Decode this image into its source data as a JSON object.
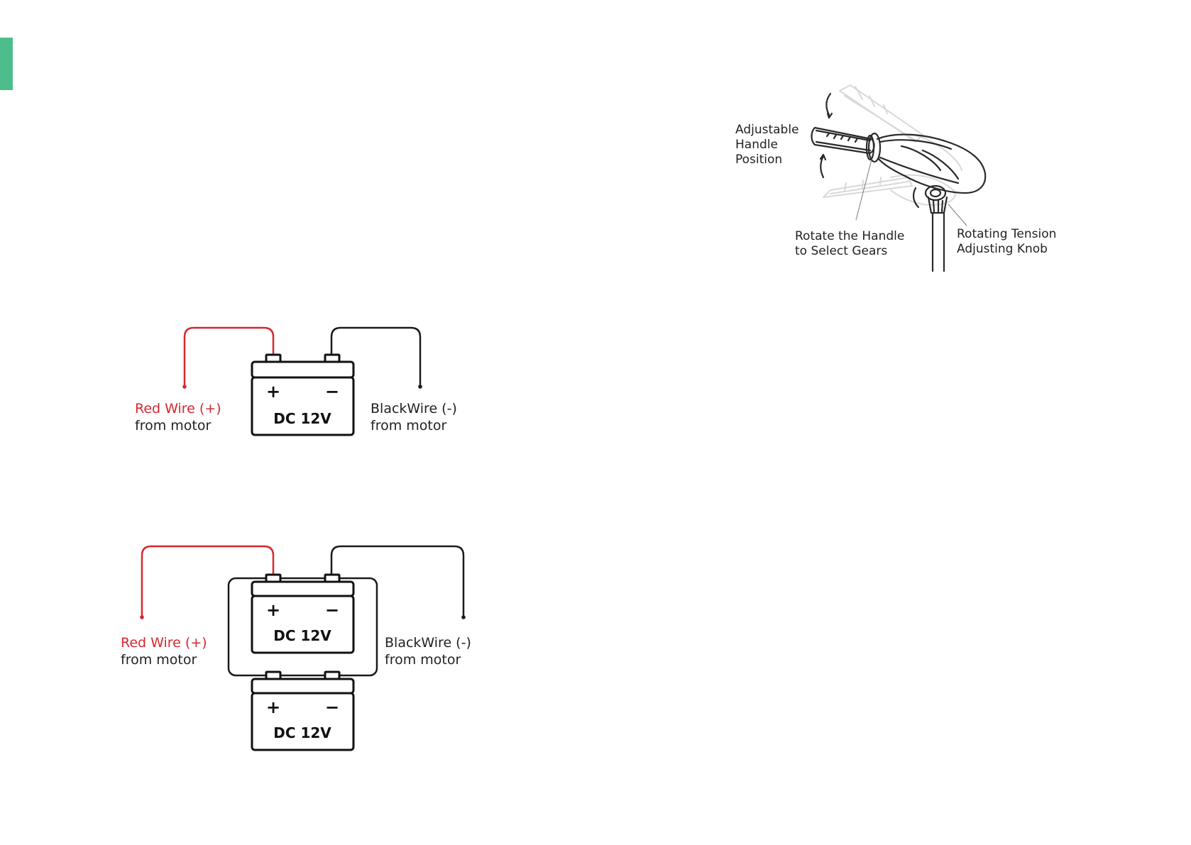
{
  "colors": {
    "accent": "#4dbd8c",
    "red_wire": "#d5282f",
    "black_wire": "#1a1a1a"
  },
  "handle_diagram": {
    "label_adjustable": [
      "Adjustable",
      "Handle",
      "Position"
    ],
    "label_rotate": [
      "Rotate the Handle",
      "to Select Gears"
    ],
    "label_knob": [
      "Rotating Tension",
      "Adjusting Knob"
    ]
  },
  "single_battery": {
    "red_label": "Red Wire (+)",
    "red_sub": "from motor",
    "black_label": "BlackWire (-)",
    "black_sub": "from motor",
    "battery_text": "DC 12V",
    "plus": "+",
    "minus": "−"
  },
  "dual_battery": {
    "red_label": "Red Wire (+)",
    "red_sub": "from motor",
    "black_label": "BlackWire (-)",
    "black_sub": "from motor",
    "battery_top_text": "DC 12V",
    "battery_bottom_text": "DC 12V",
    "plus": "+",
    "minus": "−"
  }
}
